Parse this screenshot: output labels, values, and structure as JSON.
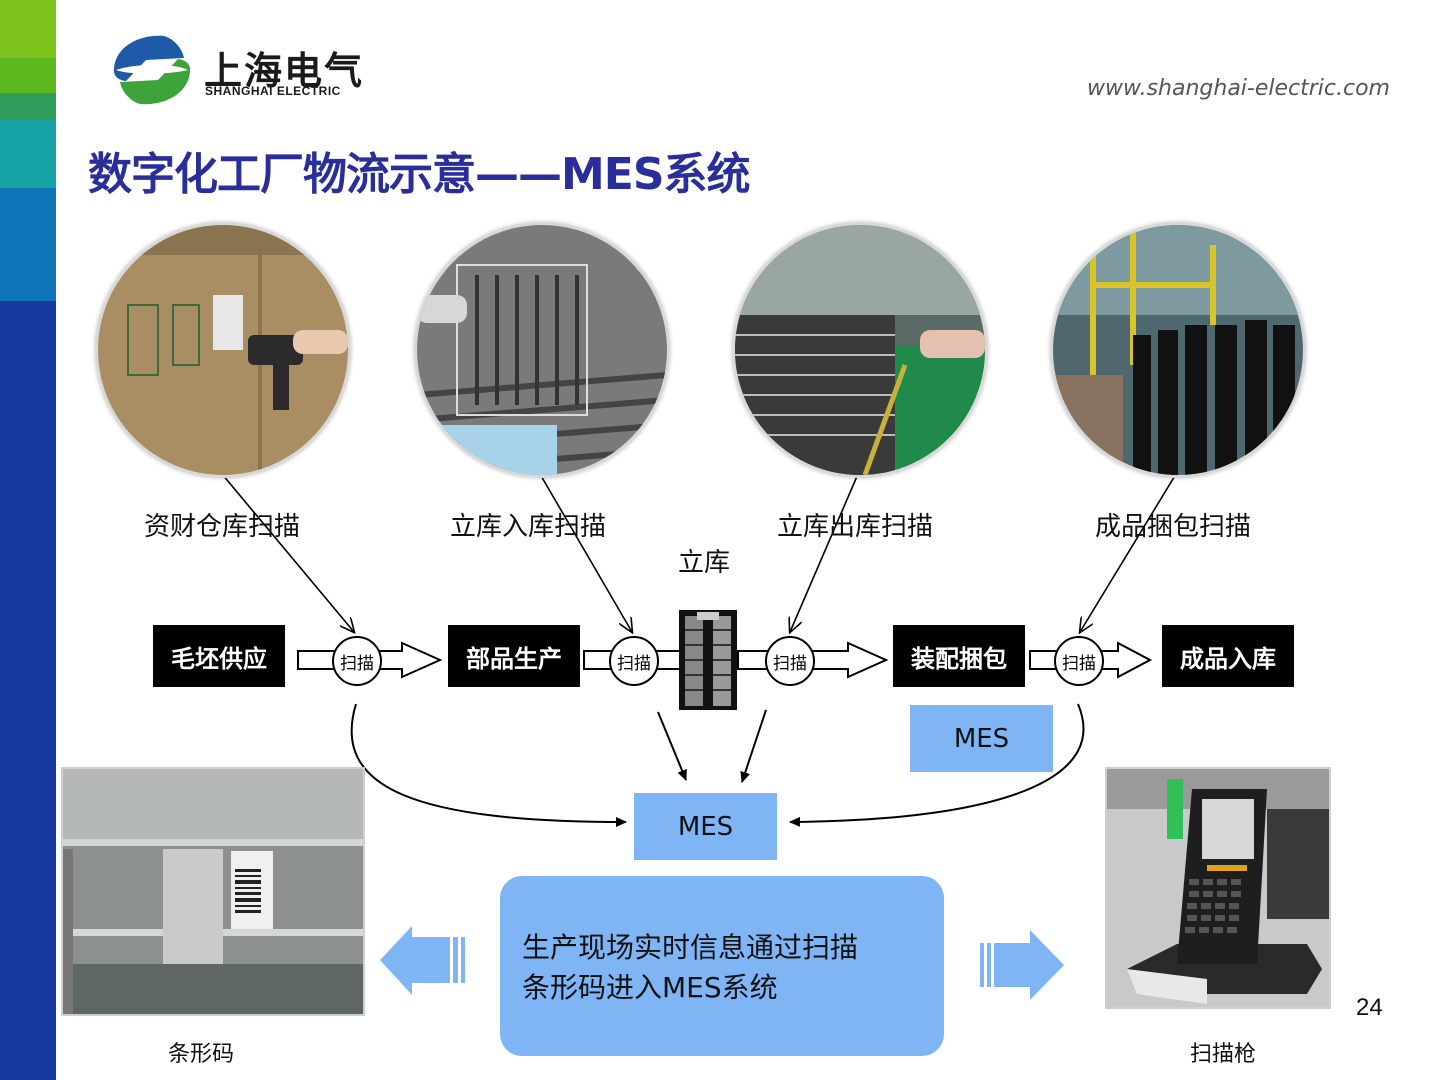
{
  "brand": {
    "name_cn": "上海电气",
    "name_en": "SHANGHAI ELECTRIC",
    "url": "www.shanghai-electric.com",
    "colors": {
      "blue": "#1e5aa8",
      "green": "#3ea33a",
      "title": "#2a2e9a",
      "mes_fill": "#7fb5f5"
    }
  },
  "sidebar": {
    "segments": [
      {
        "color": "#7dc41e"
      },
      {
        "color": "#5db81f"
      },
      {
        "color": "#2e9e5a"
      },
      {
        "color": "#16a3a6"
      },
      {
        "color": "#0f74b8"
      },
      {
        "color": "#1638a0"
      }
    ]
  },
  "title": "数字化工厂物流示意——MES系统",
  "photo_circles": [
    {
      "caption": "资财仓库扫描",
      "scene": "warehouse-box-scanning"
    },
    {
      "caption": "立库入库扫描",
      "scene": "basket-conveyor-scanning"
    },
    {
      "caption": "立库出库扫描",
      "scene": "stacked-baskets-scanning"
    },
    {
      "caption": "成品捆包扫描",
      "scene": "finished-goods-scanning"
    }
  ],
  "flow": {
    "warehouse_label": "立库",
    "steps": [
      "毛坯供应",
      "部品生产",
      "装配捆包",
      "成品入库"
    ],
    "scan_label": "扫描"
  },
  "mes": {
    "main_label": "MES",
    "side_label": "MES"
  },
  "info_box": {
    "line1": "生产现场实时信息通过扫描",
    "line2": "条形码进入MES系统"
  },
  "bottom_photos": {
    "barcode_caption": "条形码",
    "scanner_caption": "扫描枪"
  },
  "page_number": "24"
}
